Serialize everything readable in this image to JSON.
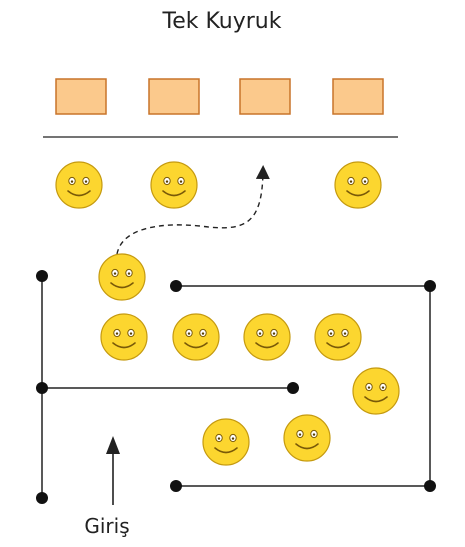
{
  "title": "Tek Kuyruk",
  "entry_label": "Giriş",
  "colors": {
    "counter_fill": "#fbc98c",
    "counter_stroke": "#c8742a",
    "face_fill": "#fcd62f",
    "face_stroke": "#c59a10",
    "line": "#222222",
    "post": "#111111"
  },
  "counters": {
    "count": 4,
    "label": "service counters"
  },
  "people": {
    "served_count": 3,
    "waiting_count": 8,
    "label": "customers"
  },
  "icons": [
    "smiley-face-icon",
    "service-counter-icon",
    "post-icon",
    "arrow-up-icon",
    "dashed-arrow-icon"
  ]
}
